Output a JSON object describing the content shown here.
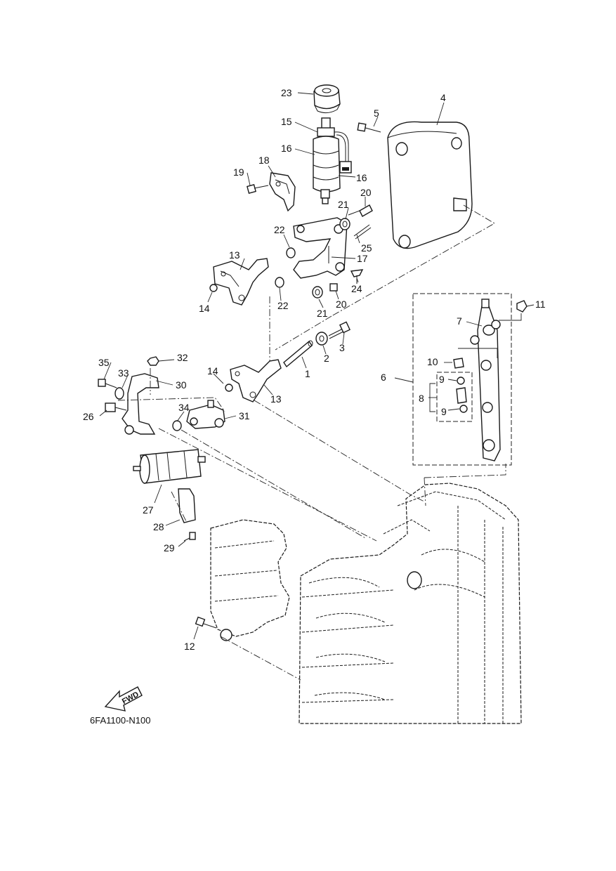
{
  "labels": {
    "p1": "1",
    "p2": "2",
    "p3": "3",
    "p4": "4",
    "p5": "5",
    "p6": "6",
    "p7": "7",
    "p8": "8",
    "p9a": "9",
    "p9b": "9",
    "p10": "10",
    "p11": "11",
    "p12": "12",
    "p13a": "13",
    "p13b": "13",
    "p14a": "14",
    "p14b": "14",
    "p15": "15",
    "p16a": "16",
    "p16b": "16",
    "p17": "17",
    "p18": "18",
    "p19": "19",
    "p20a": "20",
    "p20b": "20",
    "p21a": "21",
    "p21b": "21",
    "p22a": "22",
    "p22b": "22",
    "p23": "23",
    "p24": "24",
    "p25": "25",
    "p26": "26",
    "p27": "27",
    "p28": "28",
    "p29": "29",
    "p30": "30",
    "p31": "31",
    "p32": "32",
    "p33": "33",
    "p34": "34",
    "p35": "35"
  },
  "fwd_label": "FWD",
  "diagram_code": "6FA1100-N100"
}
